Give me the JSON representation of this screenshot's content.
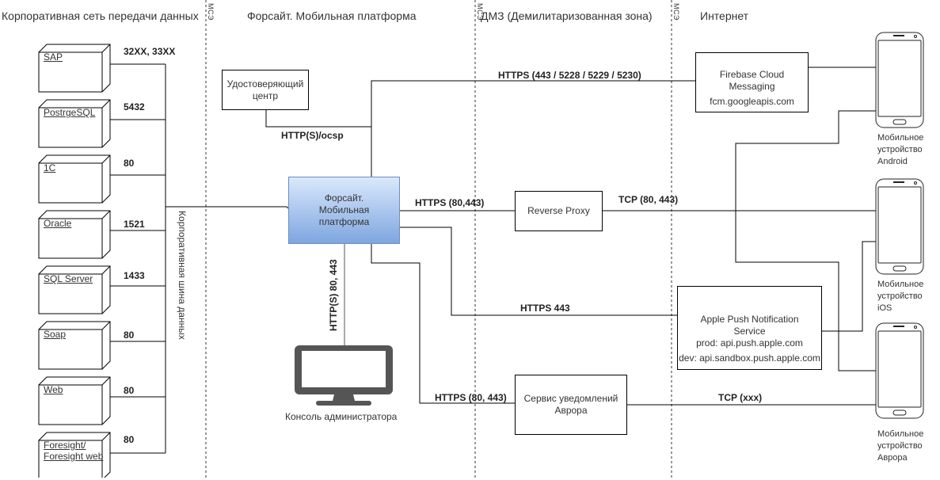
{
  "zones": [
    {
      "title": "Корпоративная сеть передачи данных"
    },
    {
      "title": "Форсайт. Мобильная платформа"
    },
    {
      "title": "ДМЗ (Демилитаризованная зона)"
    },
    {
      "title": "Интернет"
    }
  ],
  "firewall_label": "МСЭ",
  "data_sources": [
    {
      "name": "SAP",
      "port": "32XX, 33XX"
    },
    {
      "name": "PostrgeSQL",
      "port": "5432"
    },
    {
      "name": "1C",
      "port": "80"
    },
    {
      "name": "Oracle",
      "port": "1521"
    },
    {
      "name": "SQL Server",
      "port": "1433"
    },
    {
      "name": "Soap",
      "port": "80"
    },
    {
      "name": "Web",
      "port": "80"
    },
    {
      "name": "Foresight/ Foresight web",
      "port": "80"
    }
  ],
  "bus_label": "Корпоративная шина данных",
  "components": {
    "ca": "Удостоверяющий центр",
    "platform": "Форсайт. Мобильная платформа",
    "reverse_proxy": "Reverse Proxy",
    "fcm": {
      "title": "Firebase Cloud Messaging",
      "host": "fcm.googleapis.com"
    },
    "apns": {
      "title": "Apple Push Notification Service",
      "prod": "prod: api.push.apple.com",
      "dev": "dev: api.sandbox.push.apple.com"
    },
    "aurora": "Сервис уведомлений Аврора",
    "console": "Консоль администратора"
  },
  "connections": {
    "ca": "HTTP(S)/ocsp",
    "fcm": "HTTPS (443 / 5228 / 5229 / 5230)",
    "proxy": "HTTPS (80,443)",
    "proxy_out": "TCP (80, 443)",
    "apns": "HTTPS 443",
    "aurora": "HTTPS (80, 443)",
    "aurora_out": "TCP (xxx)",
    "console": "HTTP(S) 80, 443"
  },
  "devices": [
    {
      "label": "Мобильное устройство Android"
    },
    {
      "label": "Мобильное устройство iOS"
    },
    {
      "label": "Мобильное устройство Аврора"
    }
  ]
}
